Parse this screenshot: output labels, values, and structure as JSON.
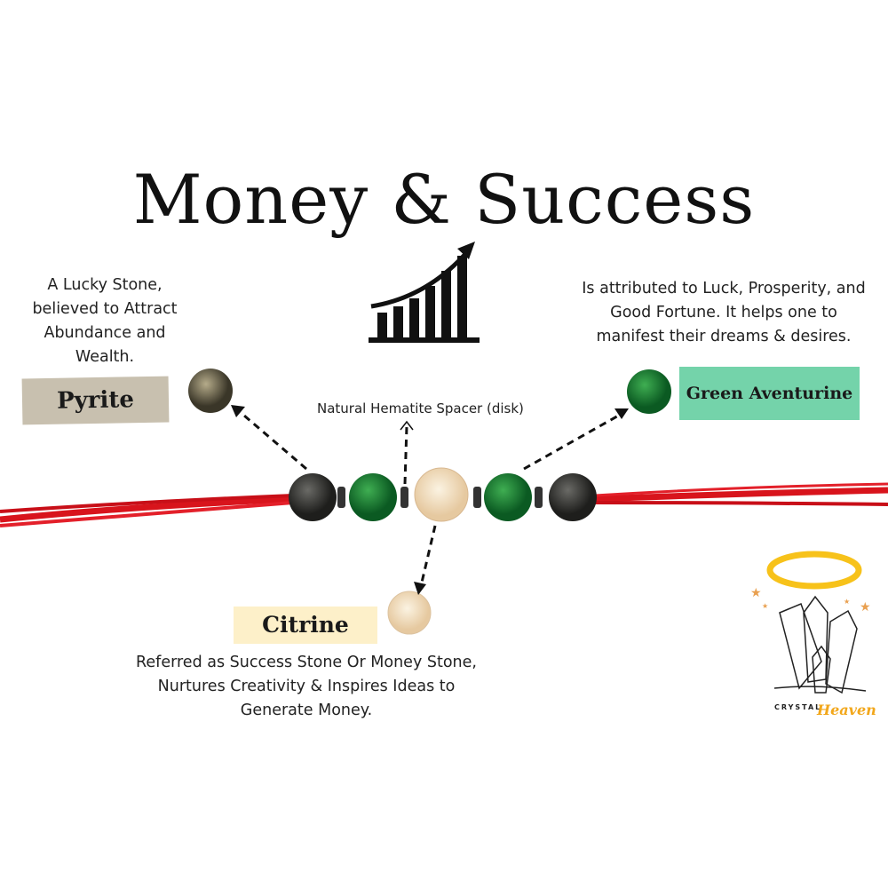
{
  "title": "Money & Success",
  "stones": {
    "pyrite": {
      "name": "Pyrite",
      "description": [
        "A Lucky Stone,",
        "believed to Attract",
        "Abundance and",
        "Wealth."
      ],
      "label_color": "#c8c0af"
    },
    "green_aventurine": {
      "name": "Green Aventurine",
      "description": [
        "Is attributed to Luck, Prosperity, and",
        "Good Fortune. It helps one to",
        "manifest their dreams & desires."
      ],
      "label_color": "#74d3aa"
    },
    "citrine": {
      "name": "Citrine",
      "description": [
        "Referred as Success Stone Or Money Stone,",
        "Nurtures Creativity & Inspires Ideas to",
        "Generate Money."
      ],
      "label_color": "#fdf0c9"
    },
    "spacer": {
      "name": "Natural Hematite Spacer (disk)"
    }
  },
  "logo": {
    "word1": "CRYSTAL",
    "word2": "Heaven"
  },
  "colors": {
    "thread": "#d8141c",
    "halo": "#f7c21a"
  }
}
